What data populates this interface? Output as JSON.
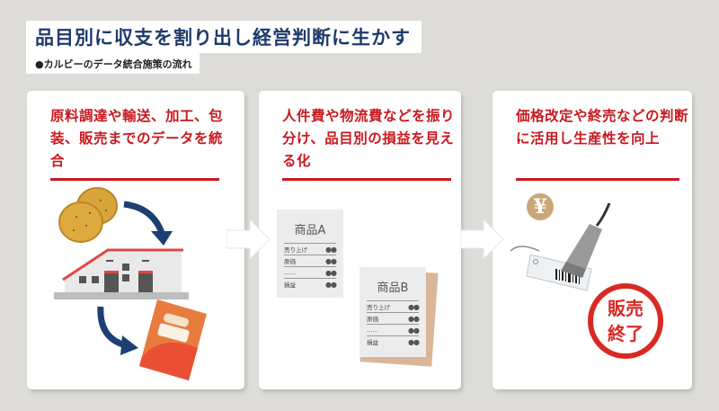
{
  "header": {
    "title": "品目別に収支を割り出し経営判断に生かす",
    "subtitle": "●カルビーのデータ統合施策の流れ"
  },
  "steps": [
    {
      "heading": "原料調達や輸送、加工、包装、販売までのデータを統合",
      "illustration": [
        "potato-icon",
        "arrow-icon",
        "factory-icon",
        "arrow-icon",
        "snack-bag-icon"
      ]
    },
    {
      "heading": "人件費や物流費などを振り分け、品目別の損益を見える化",
      "documents": [
        {
          "title": "商品A",
          "rows": [
            {
              "label": "売り上げ",
              "value": "●●"
            },
            {
              "label": "原価",
              "value": "●●"
            },
            {
              "label": "……",
              "value": "●●"
            },
            {
              "label": "損益",
              "value": "●●"
            }
          ]
        },
        {
          "title": "商品B",
          "rows": [
            {
              "label": "売り上げ",
              "value": "●●"
            },
            {
              "label": "原価",
              "value": "●●"
            },
            {
              "label": "……",
              "value": "●●"
            },
            {
              "label": "損益",
              "value": "●●"
            }
          ]
        }
      ]
    },
    {
      "heading": "価格改定や終売などの判断に活用し生産性を向上",
      "coin_symbol": "¥",
      "stamp_line1": "販売",
      "stamp_line2": "終了"
    }
  ],
  "colors": {
    "title": "#1f3a6b",
    "accent_red": "#c8191e",
    "arrow_blue": "#1d3f72",
    "background": "#dddcd8"
  }
}
